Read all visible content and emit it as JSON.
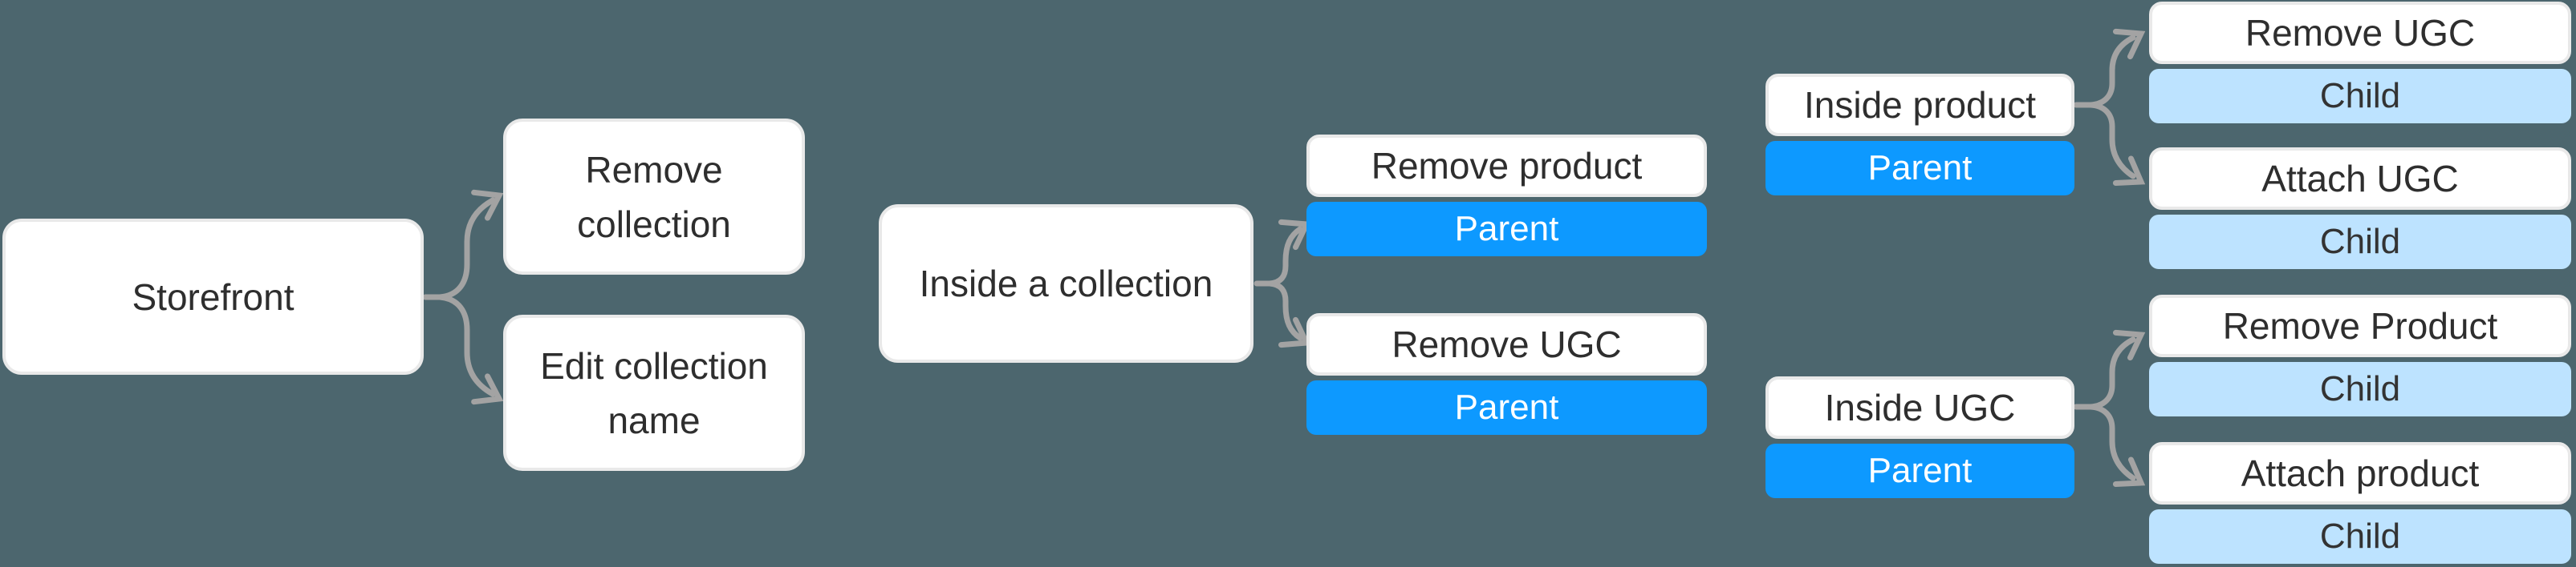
{
  "colors": {
    "background": "#4C666E",
    "node_fill": "#FFFFFF",
    "node_border": "#E9E9E9",
    "node_text": "#2E2E2E",
    "parent_badge_bg": "#0D99FF",
    "parent_badge_text": "#FFFFFF",
    "child_badge_bg": "#BDE3FF",
    "child_badge_text": "#333333",
    "connector": "#A3A3A3"
  },
  "nodes": {
    "storefront": {
      "label": "Storefront"
    },
    "remove_collection": {
      "label": "Remove collection"
    },
    "edit_collection_name": {
      "label": "Edit collection name"
    },
    "inside_a_collection": {
      "label": "Inside a collection"
    },
    "remove_product": {
      "label": "Remove product",
      "badge": "Parent"
    },
    "remove_ugc_parent": {
      "label": "Remove UGC",
      "badge": "Parent"
    },
    "inside_product": {
      "label": "Inside product",
      "badge": "Parent"
    },
    "inside_ugc": {
      "label": "Inside UGC",
      "badge": "Parent"
    },
    "remove_ugc_child": {
      "label": "Remove UGC",
      "badge": "Child"
    },
    "attach_ugc_child": {
      "label": "Attach UGC",
      "badge": "Child"
    },
    "remove_product_child": {
      "label": "Remove Product",
      "badge": "Child"
    },
    "attach_product_child": {
      "label": "Attach product",
      "badge": "Child"
    }
  },
  "connections": [
    {
      "from": "storefront",
      "to": [
        "remove_collection",
        "edit_collection_name"
      ]
    },
    {
      "from": "inside_a_collection",
      "to": [
        "remove_product",
        "remove_ugc_parent"
      ]
    },
    {
      "from": "inside_product",
      "to": [
        "remove_ugc_child",
        "attach_ugc_child"
      ]
    },
    {
      "from": "inside_ugc",
      "to": [
        "remove_product_child",
        "attach_product_child"
      ]
    }
  ]
}
